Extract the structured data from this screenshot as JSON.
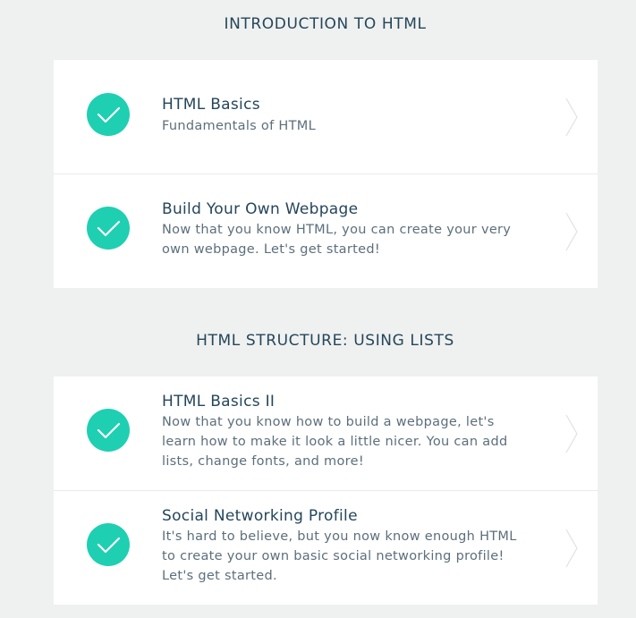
{
  "sections": [
    {
      "title": "INTRODUCTION TO HTML",
      "lessons": [
        {
          "title": "HTML Basics",
          "description": "Fundamentals of HTML",
          "completed": true
        },
        {
          "title": "Build Your Own Webpage",
          "description": "Now that you know HTML, you can create your very own webpage. Let's get started!",
          "completed": true
        }
      ]
    },
    {
      "title": "HTML STRUCTURE: USING LISTS",
      "lessons": [
        {
          "title": "HTML Basics II",
          "description": "Now that you know how to build a webpage, let's learn how to make it look a little nicer. You can add lists, change fonts, and more!",
          "completed": true
        },
        {
          "title": "Social Networking Profile",
          "description": "It's hard to believe, but you now know enough HTML to create your own basic social networking profile! Let's get started.",
          "completed": true
        }
      ]
    }
  ],
  "icons": {
    "check": "checkmark-icon",
    "chevron": "chevron-right-icon"
  },
  "colors": {
    "background": "#eff1f0",
    "card": "#ffffff",
    "accent": "#1fcfb1",
    "title": "#25465a",
    "description": "#5c6f7c",
    "chevron": "#dfe3e1"
  }
}
